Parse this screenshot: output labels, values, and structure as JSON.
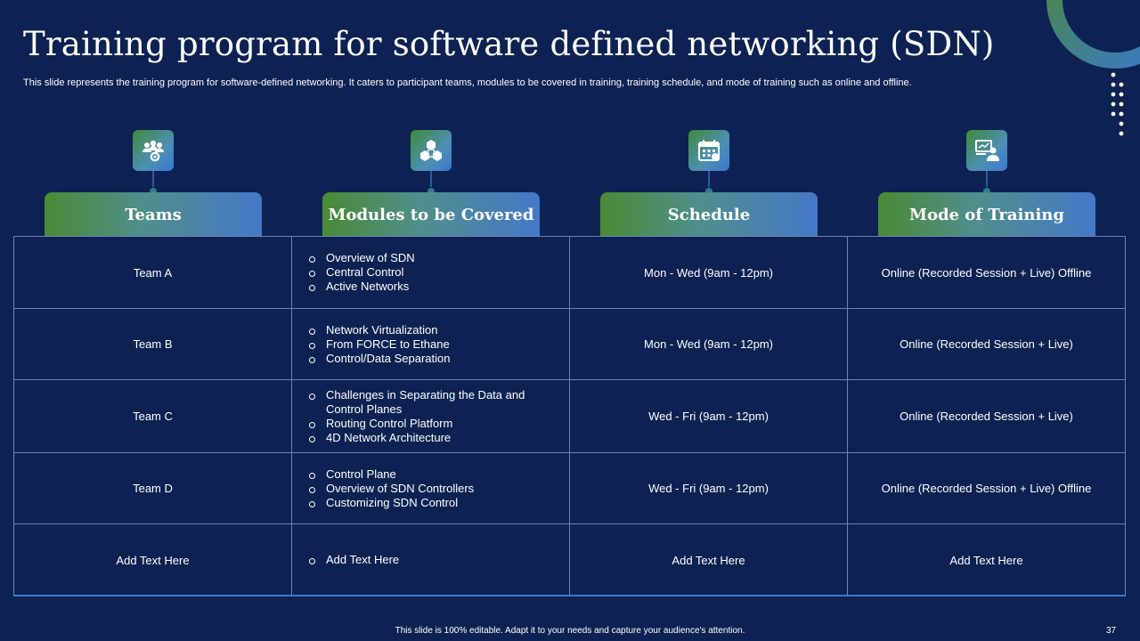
{
  "slide": {
    "title": "Training program for software defined networking (SDN)",
    "subtitle": "This slide represents the training program for software-defined networking. It caters to participant teams, modules to be covered in training, training schedule, and mode of training such as online and offline.",
    "footer": "This slide is 100% editable.  Adapt it to your needs and capture your audience's attention.",
    "page_number": "37"
  },
  "colors": {
    "background": "#0d2252",
    "header_gradient": [
      "#4a8a35",
      "#4578c8"
    ],
    "grid_line": "#6e84ad"
  },
  "columns": [
    {
      "label": "Teams",
      "icon": "team-settings-icon"
    },
    {
      "label": "Modules to be Covered",
      "icon": "cubes-network-icon"
    },
    {
      "label": "Schedule",
      "icon": "calendar-icon"
    },
    {
      "label": "Mode of Training",
      "icon": "presentation-trainer-icon"
    }
  ],
  "rows": [
    {
      "team": "Team  A",
      "modules": [
        "Overview  of SDN",
        "Central Control",
        "Active Networks"
      ],
      "schedule": "Mon - Wed (9am - 12pm)",
      "mode": "Online (Recorded  Session + Live) Offline"
    },
    {
      "team": "Team  B",
      "modules": [
        "Network Virtualization",
        "From FORCE to Ethane",
        "Control/Data Separation"
      ],
      "schedule": "Mon - Wed (9am - 12pm)",
      "mode": "Online (Recorded  Session + Live)"
    },
    {
      "team": "Team  C",
      "modules": [
        "Challenges  in Separating the Data and Control Planes",
        "Routing Control Platform",
        "4D Network Architecture"
      ],
      "schedule": "Wed - Fri (9am - 12pm)",
      "mode": "Online (Recorded  Session + Live)"
    },
    {
      "team": "Team  D",
      "modules": [
        "Control Plane",
        "Overview  of SDN Controllers",
        "Customizing SDN Control"
      ],
      "schedule": "Wed - Fri (9am - 12pm)",
      "mode": "Online (Recorded  Session + Live) Offline"
    },
    {
      "team": "Add Text Here",
      "modules": [
        "Add Text Here"
      ],
      "schedule": "Add Text Here",
      "mode": "Add Text Here"
    }
  ]
}
